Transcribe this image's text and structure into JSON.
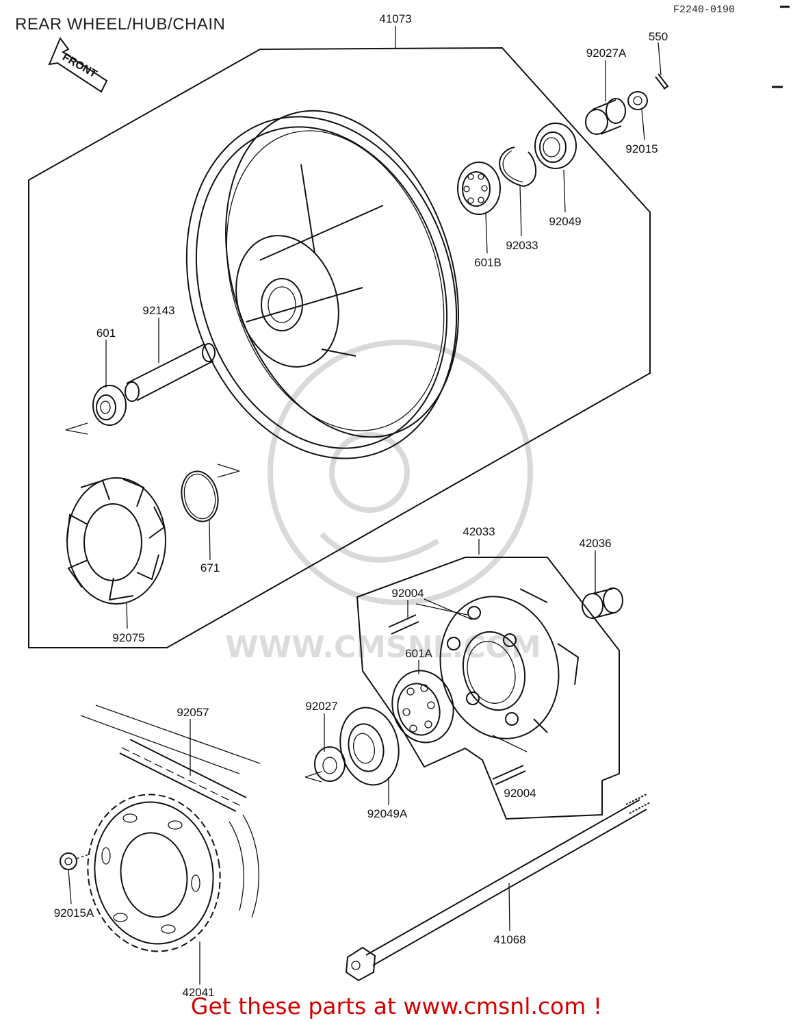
{
  "page": {
    "title": "REAR WHEEL/HUB/CHAIN",
    "figure_code": "F2240-0190",
    "front_arrow_label": "FRONT",
    "footer": "Get these parts at www.cmsnl.com !"
  },
  "parts": [
    {
      "id": "p41073",
      "number": "41073"
    },
    {
      "id": "p92027A",
      "number": "92027A"
    },
    {
      "id": "p550",
      "number": "550"
    },
    {
      "id": "p92015",
      "number": "92015"
    },
    {
      "id": "p92049",
      "number": "92049"
    },
    {
      "id": "p92033",
      "number": "92033"
    },
    {
      "id": "p601B",
      "number": "601B"
    },
    {
      "id": "p92143",
      "number": "92143"
    },
    {
      "id": "p601",
      "number": "601"
    },
    {
      "id": "p671",
      "number": "671"
    },
    {
      "id": "p92075",
      "number": "92075"
    },
    {
      "id": "p42033",
      "number": "42033"
    },
    {
      "id": "p42036",
      "number": "42036"
    },
    {
      "id": "p92004a",
      "number": "92004"
    },
    {
      "id": "p601A",
      "number": "601A"
    },
    {
      "id": "p92027",
      "number": "92027"
    },
    {
      "id": "p92049A",
      "number": "92049A"
    },
    {
      "id": "p92004b",
      "number": "92004"
    },
    {
      "id": "p92057",
      "number": "92057"
    },
    {
      "id": "p92015A",
      "number": "92015A"
    },
    {
      "id": "p41068",
      "number": "41068"
    },
    {
      "id": "p42041",
      "number": "42041"
    }
  ],
  "watermark": "WWW.CMSNL.COM"
}
